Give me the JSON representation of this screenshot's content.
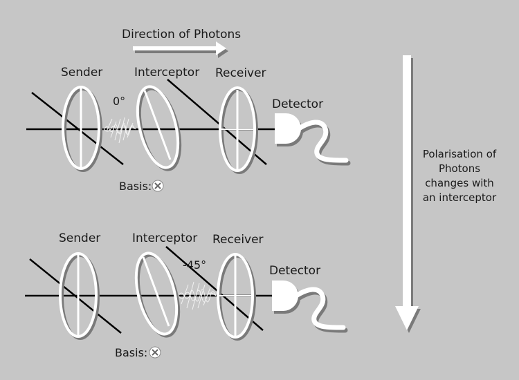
{
  "header": {
    "direction_label": "Direction of Photons"
  },
  "side_note": {
    "lines": [
      "Polarisation of",
      "Photons",
      "changes with",
      "an interceptor"
    ]
  },
  "top": {
    "sender": "Sender",
    "interceptor": "Interceptor",
    "receiver": "Receiver",
    "detector": "Detector",
    "angle": "0°",
    "basis": "Basis:"
  },
  "bottom": {
    "sender": "Sender",
    "interceptor": "Interceptor",
    "receiver": "Receiver",
    "detector": "Detector",
    "angle": "-45°",
    "basis": "Basis:"
  },
  "colors": {
    "background": "#c6c6c6",
    "line": "#000000",
    "outline": "#ffffff",
    "shadow": "#7a7a7a"
  }
}
